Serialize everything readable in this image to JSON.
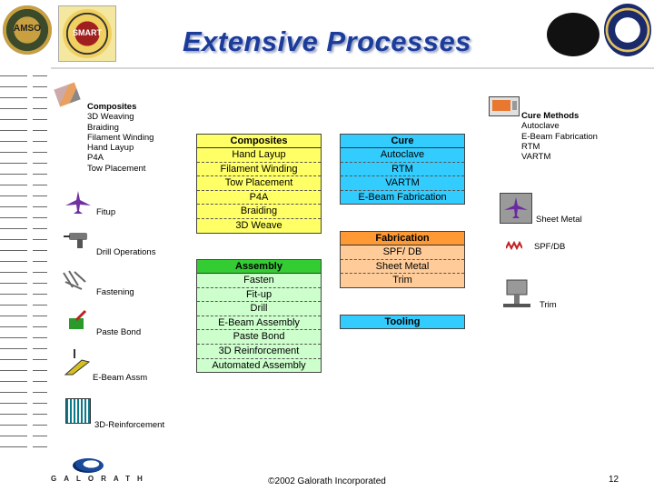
{
  "title": "Extensive Processes",
  "logos": {
    "amso": "AMSO",
    "smart": "SMART"
  },
  "composites_list": [
    "Composites",
    "3D Weaving",
    "Braiding",
    "Filament Winding",
    "Hand Layup",
    "P4A",
    "Tow Placement"
  ],
  "cure_methods_list": [
    "Cure Methods",
    "Autoclave",
    "E-Beam Fabrication",
    "RTM",
    "VARTM"
  ],
  "left_labels": {
    "fitup": "Fitup",
    "drill": "Drill Operations",
    "fastening": "Fastening",
    "paste_bond": "Paste Bond",
    "ebeam_assm": "E-Beam Assm",
    "reinforcement": "3D-Reinforcement"
  },
  "right_labels": {
    "sheet_metal": "Sheet Metal",
    "spf_db": "SPF/DB",
    "trim": "Trim"
  },
  "tables": {
    "composites": {
      "header": "Composites",
      "rows": [
        "Hand Layup",
        "Filament Winding",
        "Tow Placement",
        "P4A",
        "Braiding",
        "3D Weave"
      ]
    },
    "cure": {
      "header": "Cure",
      "rows": [
        "Autoclave",
        "RTM",
        "VARTM",
        "E-Beam Fabrication"
      ]
    },
    "fabrication": {
      "header": "Fabrication",
      "rows": [
        "SPF/ DB",
        "Sheet Metal",
        "Trim"
      ]
    },
    "assembly": {
      "header": "Assembly",
      "rows": [
        "Fasten",
        "Fit-up",
        "Drill",
        "E-Beam Assembly",
        "Paste Bond",
        "3D Reinforcement",
        "Automated Assembly"
      ]
    },
    "tooling": {
      "header": "Tooling"
    }
  },
  "footer": {
    "brand": "GALORATH",
    "copyright": "©2002 Galorath Incorporated",
    "page": "12"
  },
  "colors": {
    "title": "#1c3c9c",
    "yellow": "#ffff66",
    "blue": "#33ccff",
    "orange": "#ff9933",
    "light_orange": "#ffcc99",
    "green": "#33cc33",
    "light_green": "#ccffcc"
  }
}
